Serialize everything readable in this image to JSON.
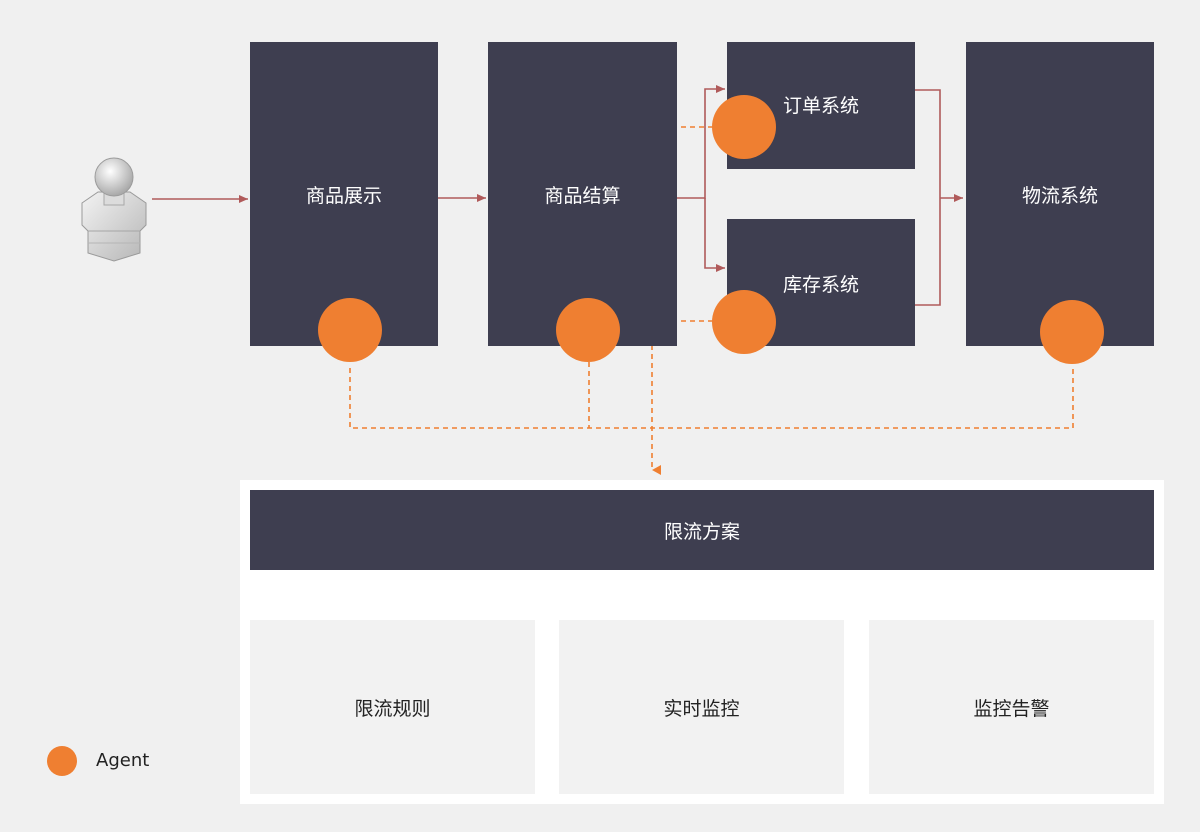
{
  "colors": {
    "background": "#f0f0f0",
    "system_box": "#3e3e50",
    "agent": "#ef7f31",
    "flow_arrow": "#b05a5a",
    "agent_link": "#ef7f31"
  },
  "user": {
    "icon": "user-icon"
  },
  "systems": {
    "display": "商品展示",
    "checkout": "商品结算",
    "order": "订单系统",
    "inventory": "库存系统",
    "logistics": "物流系统"
  },
  "solution": {
    "title": "限流方案",
    "modules": {
      "rules": "限流规则",
      "monitor": "实时监控",
      "alert": "监控告警"
    }
  },
  "legend": {
    "agent_label": "Agent"
  }
}
